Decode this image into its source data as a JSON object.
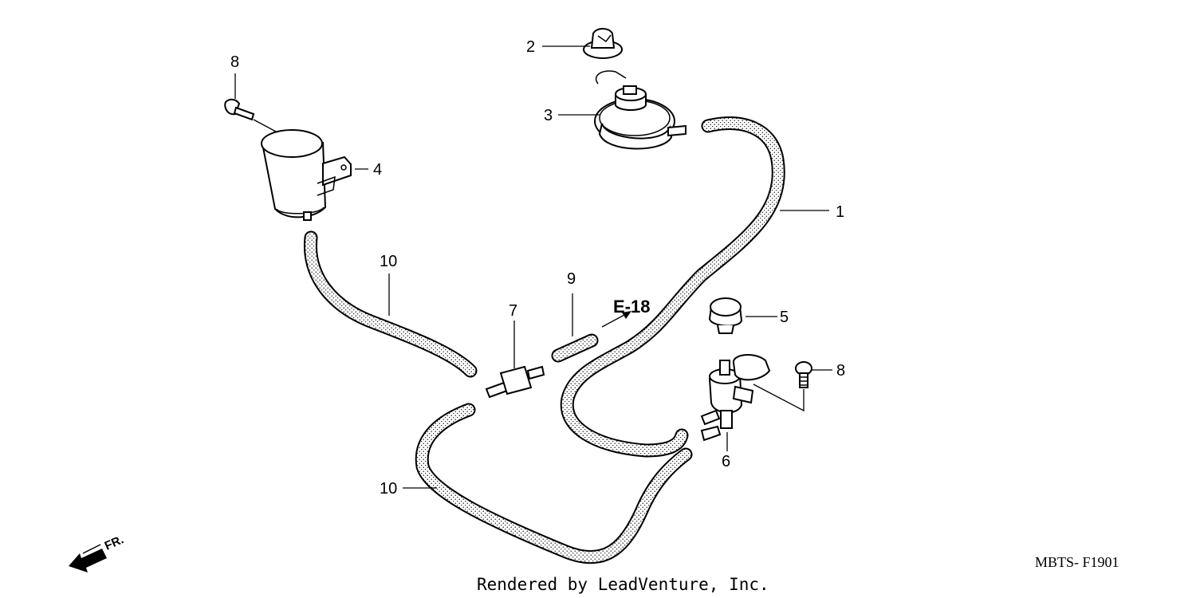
{
  "callouts": {
    "c1": "1",
    "c2": "2",
    "c3": "3",
    "c4": "4",
    "c5": "5",
    "c6": "6",
    "c7": "7",
    "c8a": "8",
    "c8b": "8",
    "c9": "9",
    "c10a": "10",
    "c10b": "10"
  },
  "reference": "E-18",
  "direction": "FR.",
  "diagram_code": "MBTS- F1901",
  "credit": "Rendered by LeadVenture, Inc."
}
